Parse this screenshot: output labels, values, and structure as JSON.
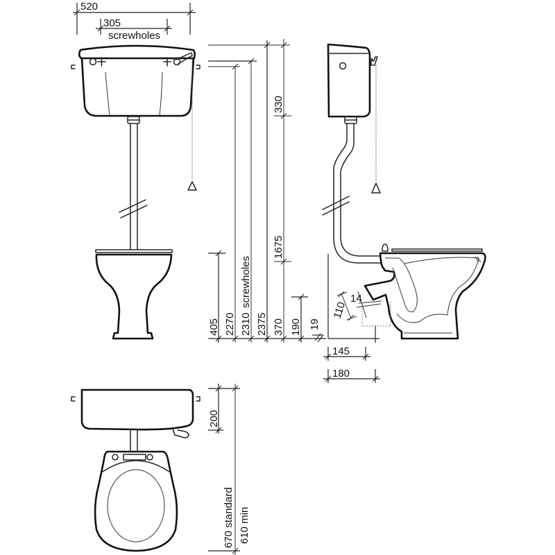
{
  "drawing": {
    "subject": "High level cistern WC pan",
    "stroke_color": "#111111",
    "background": "#ffffff"
  },
  "front_view": {
    "width_label": "520",
    "screwhole_span_label": "305",
    "screwhole_caption": "screwholes"
  },
  "height_dimensions": {
    "pan_height": "405",
    "screwhole_low": "2270",
    "screwhole_high": "2310",
    "screwholes_caption": "screwholes",
    "top_of_cistern": "2375",
    "cistern_height": "330",
    "flush_pipe": "1675",
    "pan_rim": "370",
    "outlet_height": "190",
    "floor_offset": "19"
  },
  "side_view": {
    "outlet_diameter": "110",
    "outlet_angle": "14",
    "outlet_setback_1": "145",
    "outlet_setback_2": "180"
  },
  "plan_view": {
    "cistern_projection": "200",
    "projection_standard": "670 standard",
    "projection_min": "610 min"
  }
}
